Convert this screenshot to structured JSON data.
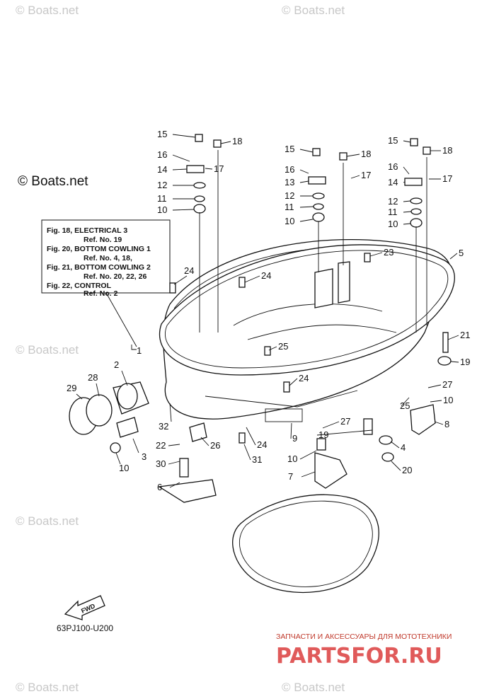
{
  "watermark": {
    "text": "© Boats.net",
    "main_text": "© Boats.net"
  },
  "ref_box": {
    "lines": [
      "Fig. 18, ELECTRICAL 3",
      "Ref. No. 19",
      "Fig. 20, BOTTOM COWLING 1",
      "Ref. No. 4, 18,",
      "Fig. 21, BOTTOM COWLING 2",
      "Ref. No. 20, 22, 26",
      "Fig. 22, CONTROL",
      "Ref. No. 2"
    ]
  },
  "diagram_code": "63PJ100-U200",
  "fwd_label": "FWD",
  "banner": {
    "small": "ЗАПЧАСТИ И АКСЕССУАРЫ ДЛЯ МОТОТЕХНИКИ",
    "big": "PARTSFOR.RU"
  },
  "callouts": [
    "15",
    "18",
    "16",
    "17",
    "14",
    "12",
    "11",
    "10",
    "15",
    "18",
    "16",
    "17",
    "13",
    "12",
    "11",
    "10",
    "15",
    "18",
    "16",
    "17",
    "14",
    "12",
    "11",
    "10",
    "23",
    "5",
    "24",
    "24",
    "25",
    "21",
    "19",
    "1",
    "2",
    "28",
    "29",
    "24",
    "27",
    "25",
    "10",
    "8",
    "32",
    "26",
    "3",
    "27",
    "22",
    "19",
    "4",
    "10",
    "30",
    "24",
    "31",
    "9",
    "10",
    "20",
    "7",
    "6"
  ]
}
